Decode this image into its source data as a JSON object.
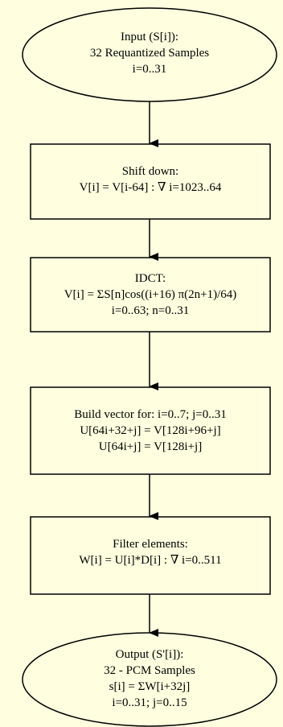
{
  "colors": {
    "background": "#ffffe0",
    "stroke": "#000000",
    "text": "#000000"
  },
  "nodes": {
    "input": {
      "line1": "Input (S[i]):",
      "line2": "32 Requantized Samples",
      "line3": "i=0..31"
    },
    "shift": {
      "line1": "Shift down:",
      "line2": "V[i] = V[i-64]  : ∇ i=1023..64"
    },
    "idct": {
      "line1": "IDCT:",
      "line2": "V[i] = ΣS[n]cos((i+16) π(2n+1)/64)",
      "line3": "i=0..63; n=0..31"
    },
    "build": {
      "line1": "Build vector for: i=0..7; j=0..31",
      "line2": "U[64i+32+j] = V[128i+96+j]",
      "line3": "U[64i+j] = V[128i+j]"
    },
    "filter": {
      "line1": "Filter elements:",
      "line2": "W[i] = U[i]*D[i]  : ∇ i=0..511"
    },
    "output": {
      "line1": "Output (S'[i]):",
      "line2": "32 - PCM Samples",
      "line3": "s[i] = ΣW[i+32j]",
      "line4": "i=0..31; j=0..15"
    }
  }
}
